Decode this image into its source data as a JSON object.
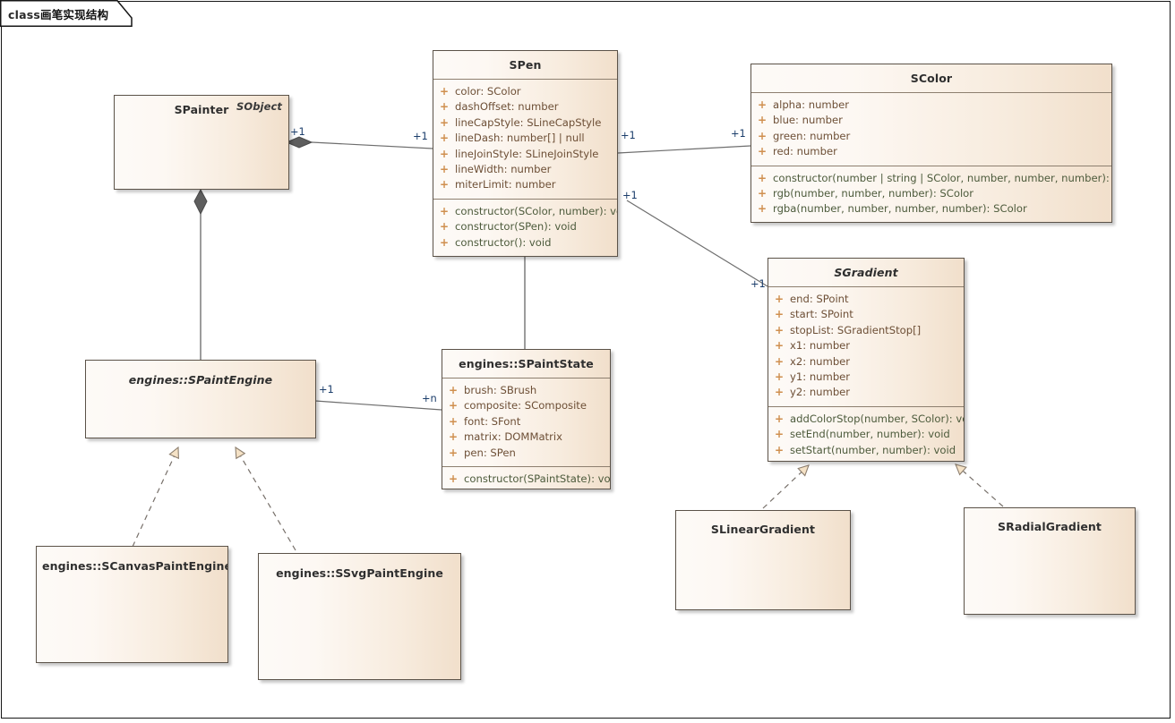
{
  "diagram": {
    "frame_label_prefix": "class",
    "frame_label_cn": "画笔实现结构",
    "accent_visibility": "#cf8f4e",
    "attr_color": "#6d4f36",
    "op_color": "#4d5b3c",
    "box_border": "#5b5248",
    "mult_color": "#1b3d6b"
  },
  "classes": {
    "spainter": {
      "name": "SPainter",
      "stereotype": "SObject",
      "attributes": [],
      "operations": []
    },
    "spen": {
      "name": "SPen",
      "attributes": [
        {
          "vis": "+",
          "text": "color: SColor"
        },
        {
          "vis": "+",
          "text": "dashOffset: number"
        },
        {
          "vis": "+",
          "text": "lineCapStyle: SLineCapStyle"
        },
        {
          "vis": "+",
          "text": "lineDash: number[] | null"
        },
        {
          "vis": "+",
          "text": "lineJoinStyle: SLineJoinStyle"
        },
        {
          "vis": "+",
          "text": "lineWidth: number"
        },
        {
          "vis": "+",
          "text": "miterLimit: number"
        }
      ],
      "operations": [
        {
          "vis": "+",
          "text": "constructor(SColor, number): void"
        },
        {
          "vis": "+",
          "text": "constructor(SPen): void"
        },
        {
          "vis": "+",
          "text": "constructor(): void"
        }
      ]
    },
    "scolor": {
      "name": "SColor",
      "attributes": [
        {
          "vis": "+",
          "text": "alpha: number"
        },
        {
          "vis": "+",
          "text": "blue: number"
        },
        {
          "vis": "+",
          "text": "green: number"
        },
        {
          "vis": "+",
          "text": "red: number"
        }
      ],
      "operations": [
        {
          "vis": "+",
          "text": "constructor(number | string | SColor, number, number, number): void"
        },
        {
          "vis": "+",
          "text": "rgb(number, number, number): SColor"
        },
        {
          "vis": "+",
          "text": "rgba(number, number, number, number): SColor"
        }
      ]
    },
    "sgradient": {
      "name": "SGradient",
      "abstract": true,
      "attributes": [
        {
          "vis": "+",
          "text": "end: SPoint"
        },
        {
          "vis": "+",
          "text": "start: SPoint"
        },
        {
          "vis": "+",
          "text": "stopList: SGradientStop[]"
        },
        {
          "vis": "+",
          "text": "x1: number"
        },
        {
          "vis": "+",
          "text": "x2: number"
        },
        {
          "vis": "+",
          "text": "y1: number"
        },
        {
          "vis": "+",
          "text": "y2: number"
        }
      ],
      "operations": [
        {
          "vis": "+",
          "text": "addColorStop(number, SColor): void"
        },
        {
          "vis": "+",
          "text": "setEnd(number, number): void"
        },
        {
          "vis": "+",
          "text": "setStart(number, number): void"
        }
      ]
    },
    "spaintengine": {
      "name": "engines::SPaintEngine",
      "abstract": true,
      "attributes": [],
      "operations": []
    },
    "spaintstate": {
      "name": "engines::SPaintState",
      "attributes": [
        {
          "vis": "+",
          "text": "brush: SBrush"
        },
        {
          "vis": "+",
          "text": "composite: SComposite"
        },
        {
          "vis": "+",
          "text": "font: SFont"
        },
        {
          "vis": "+",
          "text": "matrix: DOMMatrix"
        },
        {
          "vis": "+",
          "text": "pen: SPen"
        }
      ],
      "operations": [
        {
          "vis": "+",
          "text": "constructor(SPaintState): void"
        }
      ]
    },
    "scanvaspaintengine": {
      "name": "engines::SCanvasPaintEngine",
      "attributes": [],
      "operations": []
    },
    "ssvgpaintengine": {
      "name": "engines::SSvgPaintEngine",
      "attributes": [],
      "operations": []
    },
    "slineargradient": {
      "name": "SLinearGradient",
      "attributes": [],
      "operations": []
    },
    "sradialgradient": {
      "name": "SRadialGradient",
      "attributes": [],
      "operations": []
    }
  },
  "multiplicities": {
    "painter_pen_src": "+1",
    "painter_pen_dst": "+1",
    "pen_color_src": "+1",
    "pen_color_dst": "+1",
    "pen_gradient_src": "+1",
    "pen_gradient_dst": "+1",
    "engine_state_src": "+1",
    "engine_state_dst": "+n"
  }
}
